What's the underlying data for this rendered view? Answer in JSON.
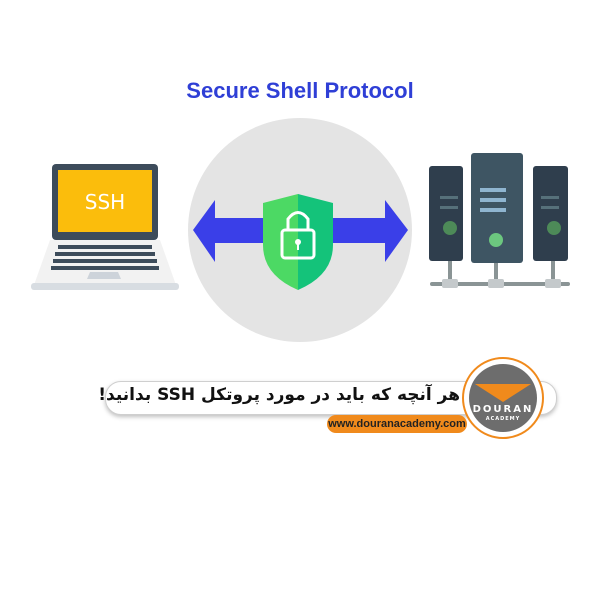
{
  "title": "Secure Shell Protocol",
  "laptop_screen_text": "SSH",
  "caption": "هر آنچه که باید در مورد پروتکل SSH بدانید!",
  "website": "www.douranacademy.com",
  "logo": {
    "line1": "DOURAN",
    "line2": "ACADEMY"
  },
  "colors": {
    "title": "#2f3fd6",
    "arrow": "#3a3fe8",
    "shield": "#4cd964",
    "screen": "#fbbd0c",
    "accent": "#f08a1c",
    "server": "#2f3e4d"
  }
}
